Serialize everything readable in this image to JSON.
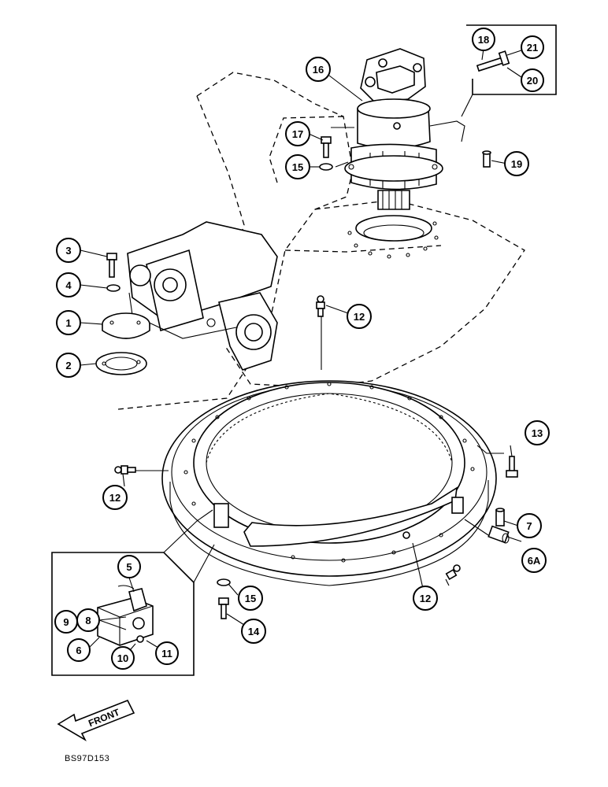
{
  "diagram": {
    "callouts": [
      "1",
      "2",
      "3",
      "4",
      "5",
      "6",
      "6A",
      "7",
      "8",
      "9",
      "10",
      "11",
      "12",
      "13",
      "14",
      "15",
      "16",
      "17",
      "18",
      "19",
      "20",
      "21"
    ],
    "front_label": "FRONT",
    "drawing_code": "BS97D153"
  }
}
